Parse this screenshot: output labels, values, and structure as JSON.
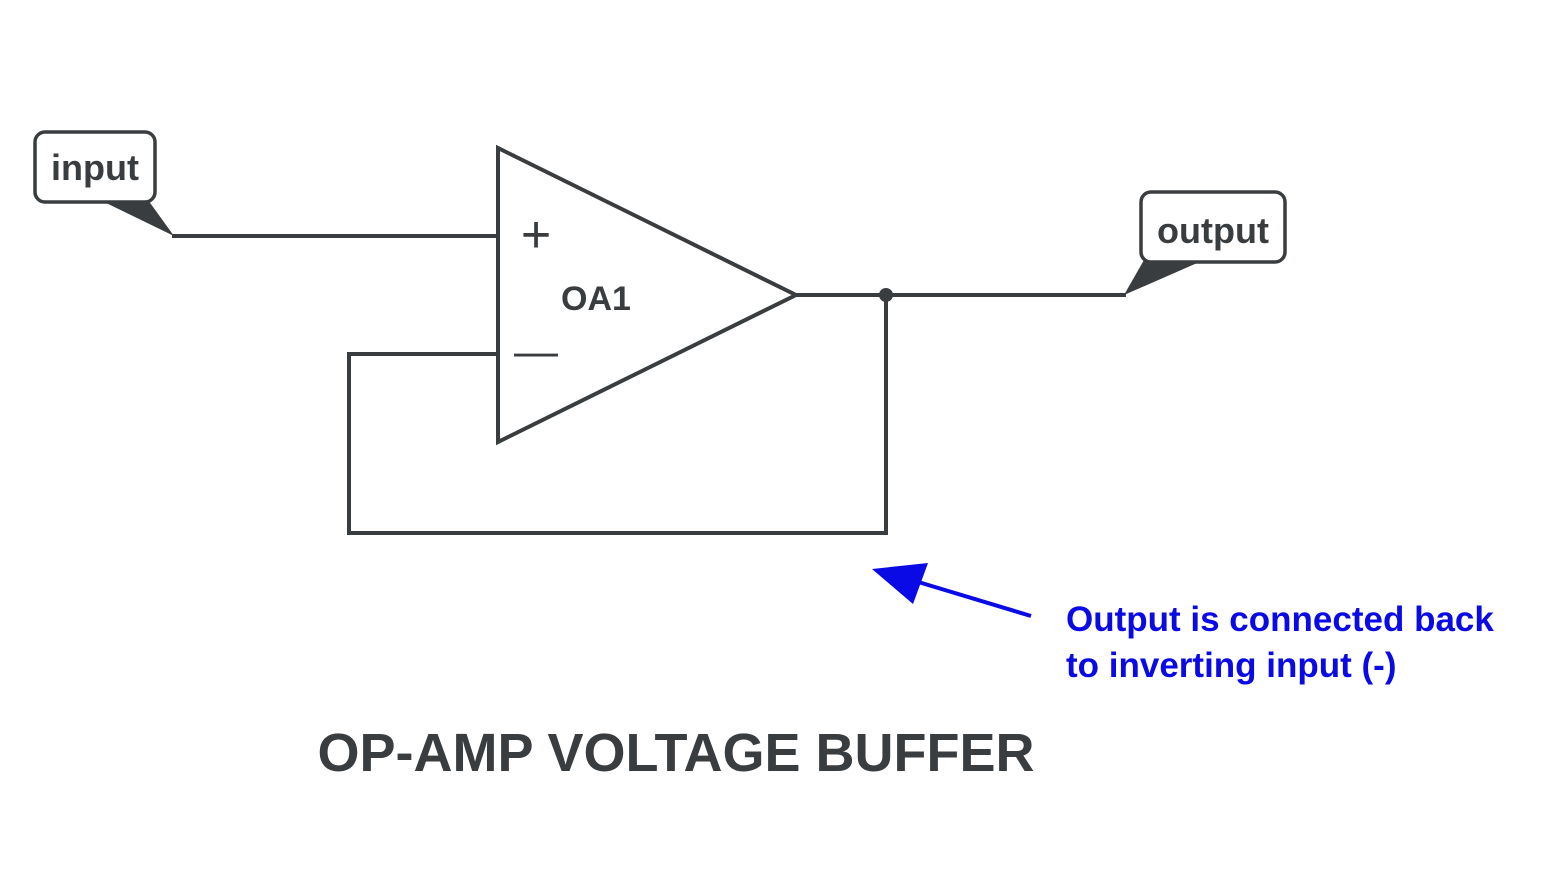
{
  "labels": {
    "input": "input",
    "output": "output"
  },
  "component": {
    "designator": "OA1",
    "plus_symbol": "+",
    "minus_symbol": "—"
  },
  "annotation": {
    "line1": "Output is connected back",
    "line2": "to inverting input (-)",
    "color": "#0a0ae6"
  },
  "title": "OP-AMP VOLTAGE BUFFER",
  "colors": {
    "wire": "#3a3d3f",
    "background": "#ffffff"
  }
}
